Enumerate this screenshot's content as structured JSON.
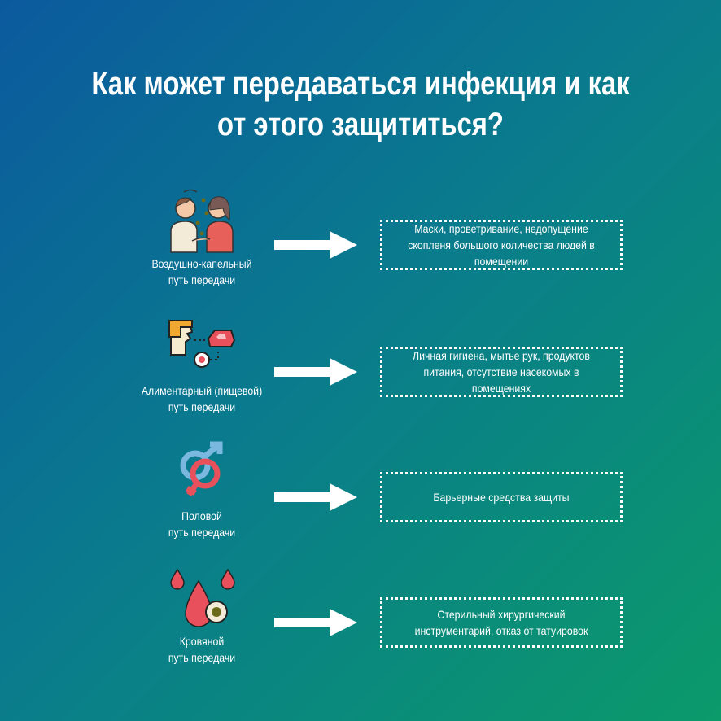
{
  "title": {
    "line1": "Как может передаваться инфекция и как",
    "line2": "от этого защититься?"
  },
  "rows": [
    {
      "icon": "people-talking-icon",
      "label1": "Воздушно-капельный",
      "label2": "путь передачи",
      "measures": "Маски, проветривание, недопущение скопленя большого количества людей в помещении"
    },
    {
      "icon": "person-food-germ-icon",
      "label1": "Алиментарный (пищевой)",
      "label2": "путь передачи",
      "measures": "Личная гигиена, мытье рук, продуктов питания, отсутствие насекомых в помещениях"
    },
    {
      "icon": "gender-symbols-icon",
      "label1": "Половой",
      "label2": "путь передачи",
      "measures": "Барьерные средства защиты"
    },
    {
      "icon": "blood-drops-icon",
      "label1": "Кровяной",
      "label2": "путь передачи",
      "measures": "Стерильный хирургический инструментарий, отказ от татуировок"
    }
  ],
  "colors": {
    "bg_start": "#0b5a9e",
    "bg_end": "#0b9a6a",
    "accent": "#e8505b"
  }
}
